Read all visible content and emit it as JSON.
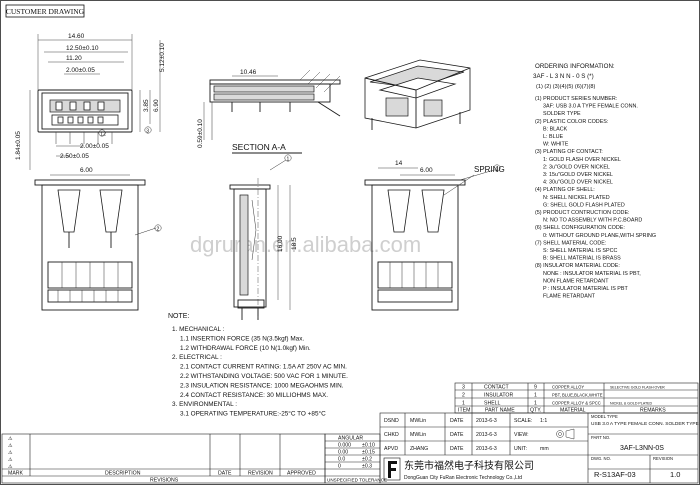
{
  "header": {
    "title": "CUSTOMER DRAWING"
  },
  "top_view_dims": [
    "14.60",
    "12.50±0.10",
    "11.20",
    "2.00±0.05",
    "5.12±0.10",
    "3.85",
    "6.90",
    "1.84±0.05",
    "2.00±0.05",
    "2.50±0.05"
  ],
  "side_view_dims": [
    "10.46",
    "0.59±0.10"
  ],
  "section": {
    "label": "SECTION A-A",
    "callout": "1"
  },
  "bottom_view": {
    "dims": [
      "6.00",
      "16.00",
      "18.5"
    ],
    "callout": "2"
  },
  "right_view": {
    "dims": [
      "14",
      "6.00"
    ],
    "spring_label": "SPRING",
    "callout": "1"
  },
  "ordering_info": {
    "title": "ORDERING INFORMATION:",
    "code": "3AF - L 3 N N - 0 S (*)",
    "positions": "(1)  (2) (3)(4)(5)  (6)(7)(8)",
    "lines": [
      "(1) PRODUCT SERIES NUMBER:",
      "3AF: USB 3.0 A TYPE FEMALE CONN.",
      "SOLDER TYPE",
      "(2) PLASTIC COLOR CODES:",
      "B: BLACK",
      "L: BLUE",
      "W: WHITE",
      "(3) PLATING OF CONTACT:",
      "1: GOLD FLASH OVER NICKEL",
      "2: 3u\"GOLD OVER NICKEL",
      "3: 15u\"GOLD OVER NICKEL",
      "4: 30u\"GOLD OVER NICKEL",
      "(4) PLATING OF SHELL:",
      "N: SHELL NICKEL PLATED",
      "G: SHELL GOLD FLASH PLATED",
      "(5) PRODUCT CONTRUCTION CODE:",
      "N: NO TO ASSEMBLY WITH P.C.BOARD",
      "(6) SHELL CONFIGURATION CODE:",
      "0: WITHOUT GROUND PLANE,WITH SPRING",
      "(7) SHELL MATERIAL CODE:",
      "S: SHELL MATERIAL IS SPCC",
      "B: SHELL MATERIAL IS BRASS",
      "(8) INSULATOR MATERIAL CODE:",
      "NONE : INSULATOR MATERIAL IS PBT,",
      "NON FLAME RETARDANT",
      "P : INSULATOR MATERIAL IS PBT",
      "FLAME RETARDANT"
    ]
  },
  "notes": {
    "title": "NOTE:",
    "lines": [
      "1. MECHANICAL :",
      "1.1 INSERTION FORCE (35 N(3.5kgf) Max.",
      "1.2 WITHDRAWAL FORCE (10 N(1.0kgf) Min.",
      "2. ELECTRICAL :",
      "2.1 CONTACT CURRENT RATING: 1.5A AT 250V AC MIN.",
      "2.2 WITHSTANDING VOLTAGE: 500 VAC FOR 1 MINUTE.",
      "2.3 INSULATION RESISTANCE: 1000 MEGAOHMS MIN.",
      "2.4 CONTACT RESISTANCE: 30 MILLIOHMS MAX.",
      "3. ENVIRONMENTAL :",
      "3.1 OPERATING TEMPERATURE:-25°C TO +85°C"
    ]
  },
  "bom": {
    "rows": [
      {
        "item": "3",
        "name": "CONTACT",
        "qty": "9",
        "material": "COPPER ALLOY",
        "remarks": "SELECTIVE GOLD FLASH OVER"
      },
      {
        "item": "2",
        "name": "INSULATOR",
        "qty": "1",
        "material": "PBT, BLUE,BLACK,WHITE",
        "remarks": ""
      },
      {
        "item": "1",
        "name": "SHELL",
        "qty": "1",
        "material": "COPPER ALLOY & SPCC",
        "remarks": "NICKEL & GOLD PLATED"
      }
    ],
    "headers": {
      "item": "ITEM",
      "name": "PART NAME",
      "qty": "QTY.",
      "material": "MATERIAL",
      "remarks": "REMARKS"
    }
  },
  "title_block": {
    "dsnd": "DSND",
    "chkd": "CHKD",
    "apvd": "APVD",
    "dsnd_name": "MWLin",
    "chkd_name": "MWLin",
    "apvd_name": "ZHANG",
    "date_label": "DATE",
    "dsnd_date": "2013-6-3",
    "chkd_date": "2013-6-3",
    "apvd_date": "2013-6-3",
    "scale_label": "SCALE:",
    "scale_value": "1:1",
    "view_label": "VIEW:",
    "unit_label": "UNIT:",
    "unit_value": "mm",
    "model_label": "MODEL TYPE",
    "model_value": "USB 3.0  A TYPE FEMALE CONN. SOLDER TYPE",
    "part_label": "PART NO.",
    "part_value": "3AF-L3NN-0S",
    "dwg_label": "DWG. NO.",
    "dwg_value": "R-S13AF-03",
    "rev_label": "REVISION",
    "rev_value": "1.0",
    "company_cn": "东莞市福然电子科技有限公司",
    "company_en": "DongGuan City FuRan Electronic Technology Co.,Ltd",
    "tolerance": {
      "header": "UNSPECIFIED TOLERANCE",
      "angular": "ANGULAR",
      "rows": [
        [
          "0.000",
          "±0.10"
        ],
        [
          "0.00",
          "±0.15"
        ],
        [
          "0.0",
          "±0.2"
        ],
        [
          "0",
          "±0.3"
        ]
      ]
    }
  },
  "revision_block": {
    "cols": [
      "MARK",
      "DESCRIPTION",
      "DATE",
      "REVISION",
      "APPROVED"
    ],
    "footer": "REVISIONS",
    "marks": [
      "⚠",
      "⚠",
      "⚠",
      "⚠",
      "⚠"
    ]
  },
  "watermark": "dgruran.en.alibaba.com"
}
